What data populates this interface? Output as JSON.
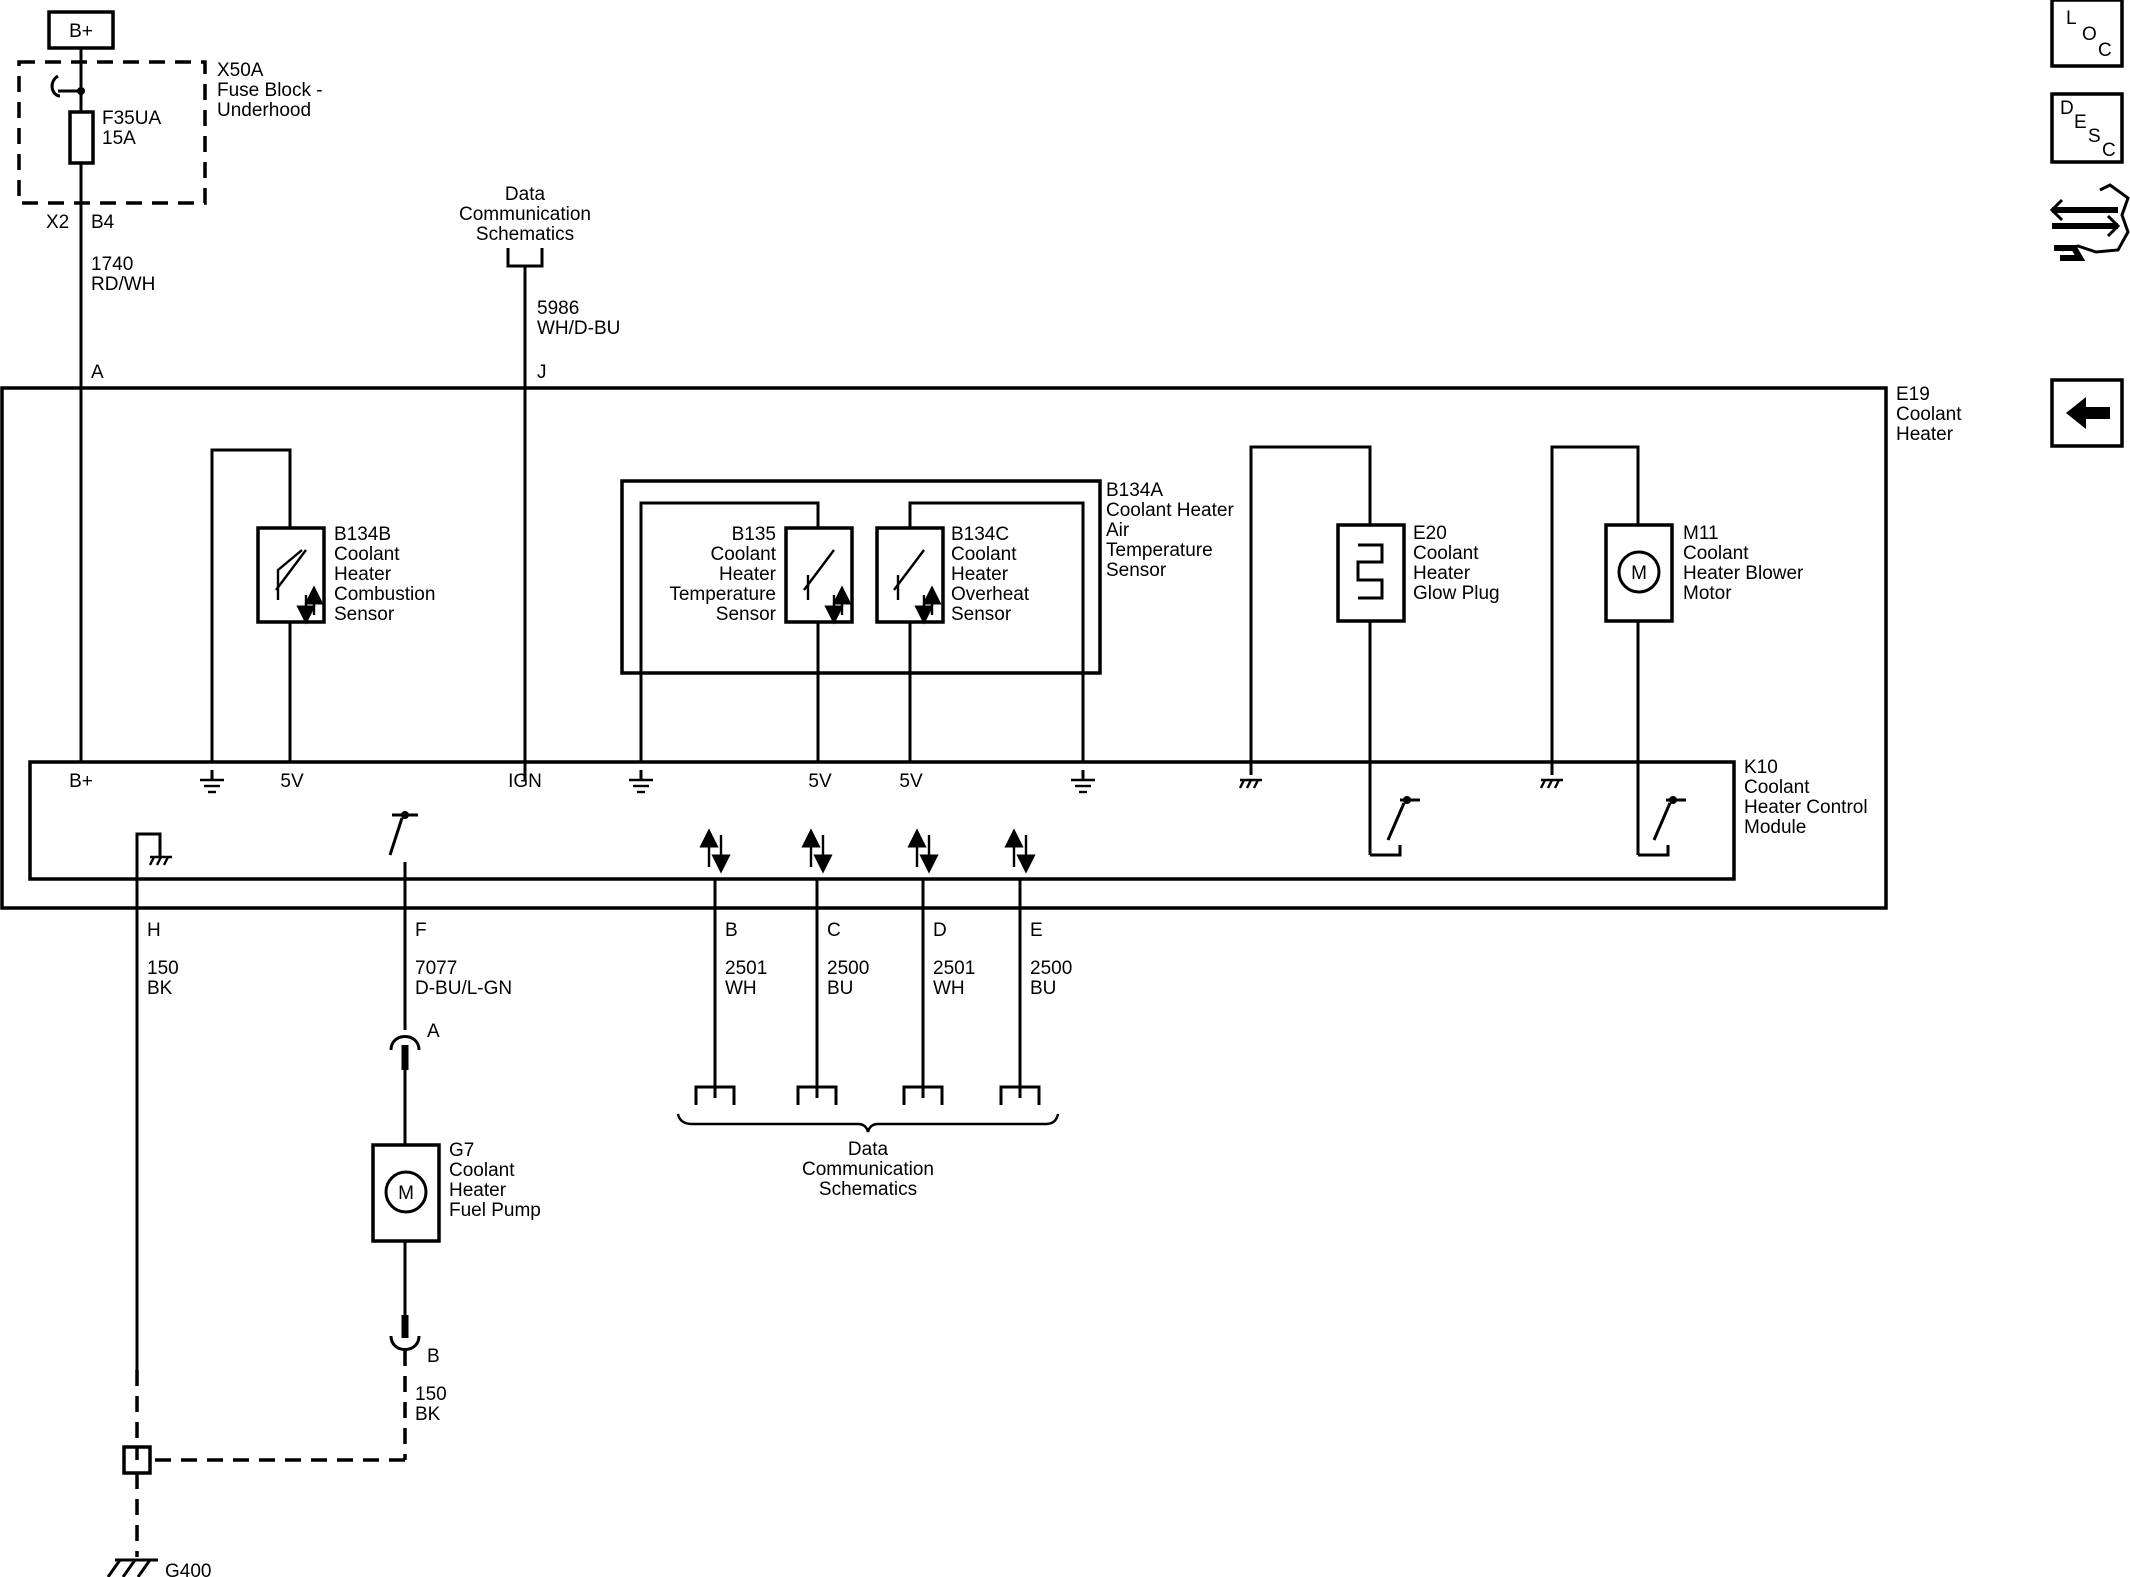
{
  "power": {
    "label": "B+"
  },
  "fuse_block": {
    "ref": "X50A",
    "name_line1": "Fuse Block -",
    "name_line2": "Underhood",
    "fuse_ref": "F35UA",
    "fuse_rating": "15A",
    "connector": "X2",
    "pin": "B4"
  },
  "wires": {
    "w1740": {
      "circuit": "1740",
      "color": "RD/WH"
    },
    "w5986": {
      "circuit": "5986",
      "color": "WH/D-BU"
    },
    "w150a": {
      "circuit": "150",
      "color": "BK"
    },
    "w7077": {
      "circuit": "7077",
      "color": "D-BU/L-GN"
    },
    "w2501b": {
      "circuit": "2501",
      "color": "WH"
    },
    "w2500c": {
      "circuit": "2500",
      "color": "BU"
    },
    "w2501d": {
      "circuit": "2501",
      "color": "WH"
    },
    "w2500e": {
      "circuit": "2500",
      "color": "BU"
    },
    "w150b": {
      "circuit": "150",
      "color": "BK"
    }
  },
  "data_comm_top": {
    "line1": "Data",
    "line2": "Communication",
    "line3": "Schematics"
  },
  "data_comm_bottom": {
    "line1": "Data",
    "line2": "Communication",
    "line3": "Schematics"
  },
  "pins": {
    "A": "A",
    "J": "J",
    "H": "H",
    "F": "F",
    "B": "B",
    "C": "C",
    "D": "D",
    "E": "E",
    "pump_A": "A",
    "pump_B": "B"
  },
  "heater": {
    "ref": "E19",
    "line1": "Coolant",
    "line2": "Heater"
  },
  "b134b": {
    "ref": "B134B",
    "line1": "Coolant",
    "line2": "Heater",
    "line3": "Combustion",
    "line4": "Sensor"
  },
  "b134a": {
    "ref": "B134A",
    "line1": "Coolant Heater",
    "line2": "Air",
    "line3": "Temperature",
    "line4": "Sensor"
  },
  "b135": {
    "ref": "B135",
    "line1": "Coolant",
    "line2": "Heater",
    "line3": "Temperature",
    "line4": "Sensor"
  },
  "b134c": {
    "ref": "B134C",
    "line1": "Coolant",
    "line2": "Heater",
    "line3": "Overheat",
    "line4": "Sensor"
  },
  "e20": {
    "ref": "E20",
    "line1": "Coolant",
    "line2": "Heater",
    "line3": "Glow Plug"
  },
  "m11": {
    "ref": "M11",
    "line1": "Coolant",
    "line2": "Heater Blower",
    "line3": "Motor",
    "symbol": "M"
  },
  "k10": {
    "ref": "K10",
    "line1": "Coolant",
    "line2": "Heater Control",
    "line3": "Module",
    "label_bplus": "B+",
    "label_5v_1": "5V",
    "label_ign": "IGN",
    "label_5v_2": "5V",
    "label_5v_3": "5V"
  },
  "g7": {
    "ref": "G7",
    "line1": "Coolant",
    "line2": "Heater",
    "line3": "Fuel Pump",
    "symbol": "M"
  },
  "ground": {
    "ref": "G400"
  },
  "nav": {
    "loc": {
      "l1": "L",
      "l2": "O",
      "l3": "C",
      "icon": "loc-icon"
    },
    "desc": {
      "l1": "D",
      "l2": "E",
      "l3": "S",
      "l4": "C",
      "icon": "desc-icon"
    },
    "connector_icon": "connector-end-view-icon",
    "back_icon": "back-arrow-icon"
  }
}
